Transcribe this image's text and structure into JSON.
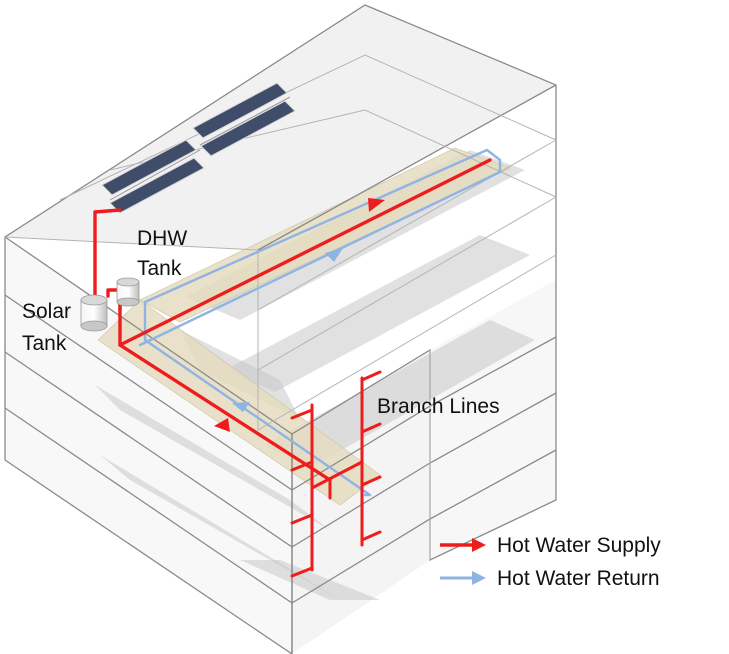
{
  "labels": {
    "dhw_tank_line1": "DHW",
    "dhw_tank_line2": "Tank",
    "solar_tank_line1": "Solar",
    "solar_tank_line2": "Tank",
    "branch_lines": "Branch Lines"
  },
  "legend": {
    "supply": "Hot Water Supply",
    "return": "Hot Water Return"
  },
  "colors": {
    "supply": "#ee1c1c",
    "return": "#8fb4e3",
    "solar_panel": "#3f4d6a",
    "building_edge": "#8a8a8a",
    "corridor": "#e6dcc0"
  }
}
